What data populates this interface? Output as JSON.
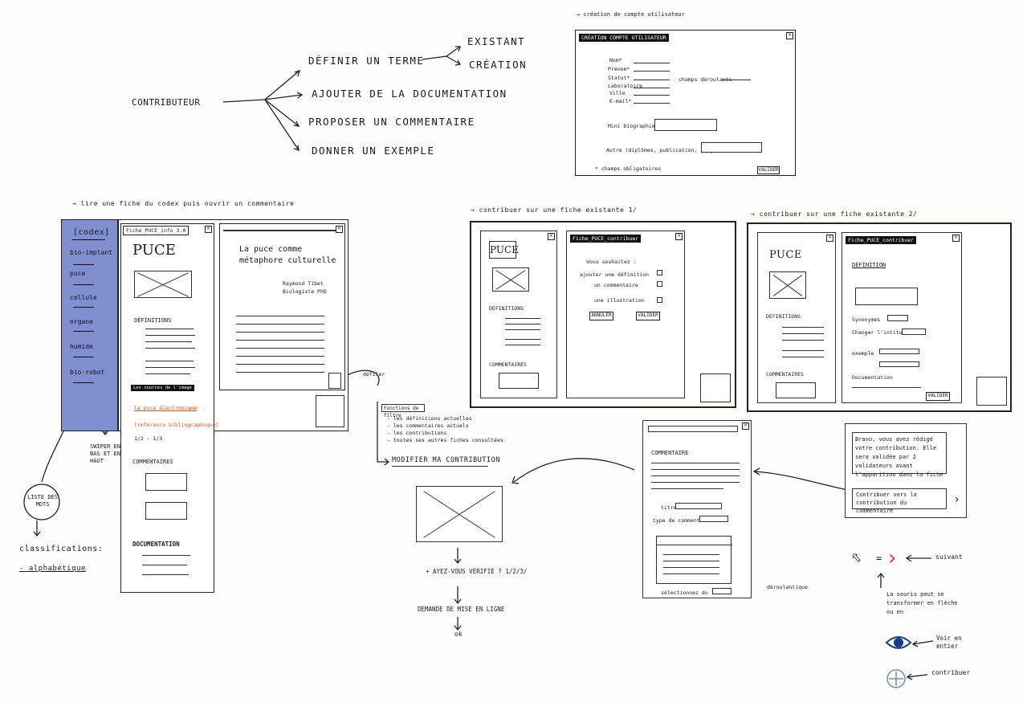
{
  "mindmap": {
    "root": "CONTRIBUTEUR",
    "branches": [
      "DÉFINIR UN TERME",
      "AJOUTER DE LA DOCUMENTATION",
      "PROPOSER UN COMMENTAIRE",
      "DONNER UN EXEMPLE"
    ],
    "sub_branches": [
      "EXISTANT",
      "CRÉATION"
    ]
  },
  "account": {
    "caption": "→ création de compte utilisateur",
    "title": "CRÉATION COMPTE UTILISATEUR",
    "fields": [
      "Nom*",
      "Prénom*",
      "Statut*",
      "Laboratoire",
      "Ville",
      "E-mail*"
    ],
    "status_note": "champs déroulants",
    "bio_label": "Mini biographie*",
    "other_label": "Autre (diplômes, publication, projets)",
    "footnote": "* champs obligatoires",
    "button": "VALIDER"
  },
  "read_flow": {
    "caption": "→ lire une fiche du codex puis ouvrir un commentaire",
    "sidebar": {
      "logo": "[codex]",
      "items": [
        "bio-implant",
        "puce",
        "cellule",
        "organe",
        "humide",
        "bio-robot"
      ]
    },
    "sheet": {
      "tab": "Fiche_PUCE_info_3.0",
      "title": "PUCE",
      "definitions": "DÉFINITIONS",
      "quote_heading": "Les sources de l'image",
      "orange_lines": [
        "la puce électronique",
        "[référence bibliographique]"
      ],
      "page": "1/2 - 1/3",
      "comments": "COMMENTAIRES",
      "documentation": "DOCUMENTATION"
    },
    "comment_panel": {
      "title_line1": "La puce comme",
      "title_line2": "métaphore culturelle",
      "author": "Raymond Tibet",
      "meta": "Biologiste PhD"
    },
    "notes": {
      "swipe": "SWIPER EN BAS ET EN HAUT",
      "list": "LISTE DES MOTS",
      "classification": "classifications:",
      "alphabetical": "- alphabétique",
      "scroll": "défiler"
    }
  },
  "modify_flow": {
    "box_title": "Fonctions de filtre",
    "options": [
      "- les définitions actuelles",
      "- les commentaires actuels",
      "- les contributions",
      "- toutes ses autres fiches consultées"
    ],
    "action": "MODIFIER MA CONTRIBUTION",
    "steps": [
      "+ AYEZ-VOUS VÉRIFIÉ ? 1/2/3/",
      "DEMANDE DE MISE EN LIGNE",
      "ok"
    ]
  },
  "contrib1": {
    "caption": "→ contribuer sur une fiche existante 1/",
    "sheet_title": "PUCE",
    "definitions": "DÉFINITIONS",
    "comments": "COMMENTAIRES",
    "panel_title": "Fiche_PUCE_contribuer",
    "prompt": "Vous souhaitez :",
    "options": [
      "ajouter une définition",
      "un commentaire",
      "une illustration"
    ],
    "cancel": "ANNULER",
    "validate": "VALIDER"
  },
  "contrib2": {
    "caption": "→ contribuer sur une fiche existante 2/",
    "sheet_title": "PUCE",
    "definitions": "DÉFINITIONS",
    "comments": "COMMENTAIRES",
    "panel_title": "Fiche_PUCE_contribuer",
    "definition_label": "DÉFINITION",
    "synonymes": "Synonymes",
    "changes": "Changer l'intitulé",
    "example": "exemple",
    "documentation": "Documentation",
    "validate": "VALIDER"
  },
  "comment_form": {
    "title": "COMMENTAIRE",
    "label1": "titre",
    "label2": "type de commentaire",
    "footer": "sélectionnez du texte",
    "note": "déroulantique"
  },
  "notification": {
    "text": "Bravo, vous avez rédigé votre contribution. Elle sera validée par 2 validateurs avant l'apparition dans la fiche",
    "link": "Contribuer vers la contribution du commentaire"
  },
  "legend": {
    "next": "suivant",
    "arrow_note": "La souris peut se transformer en flèche ou en",
    "eye": "Voir en entier",
    "contribute": "contribuer"
  }
}
